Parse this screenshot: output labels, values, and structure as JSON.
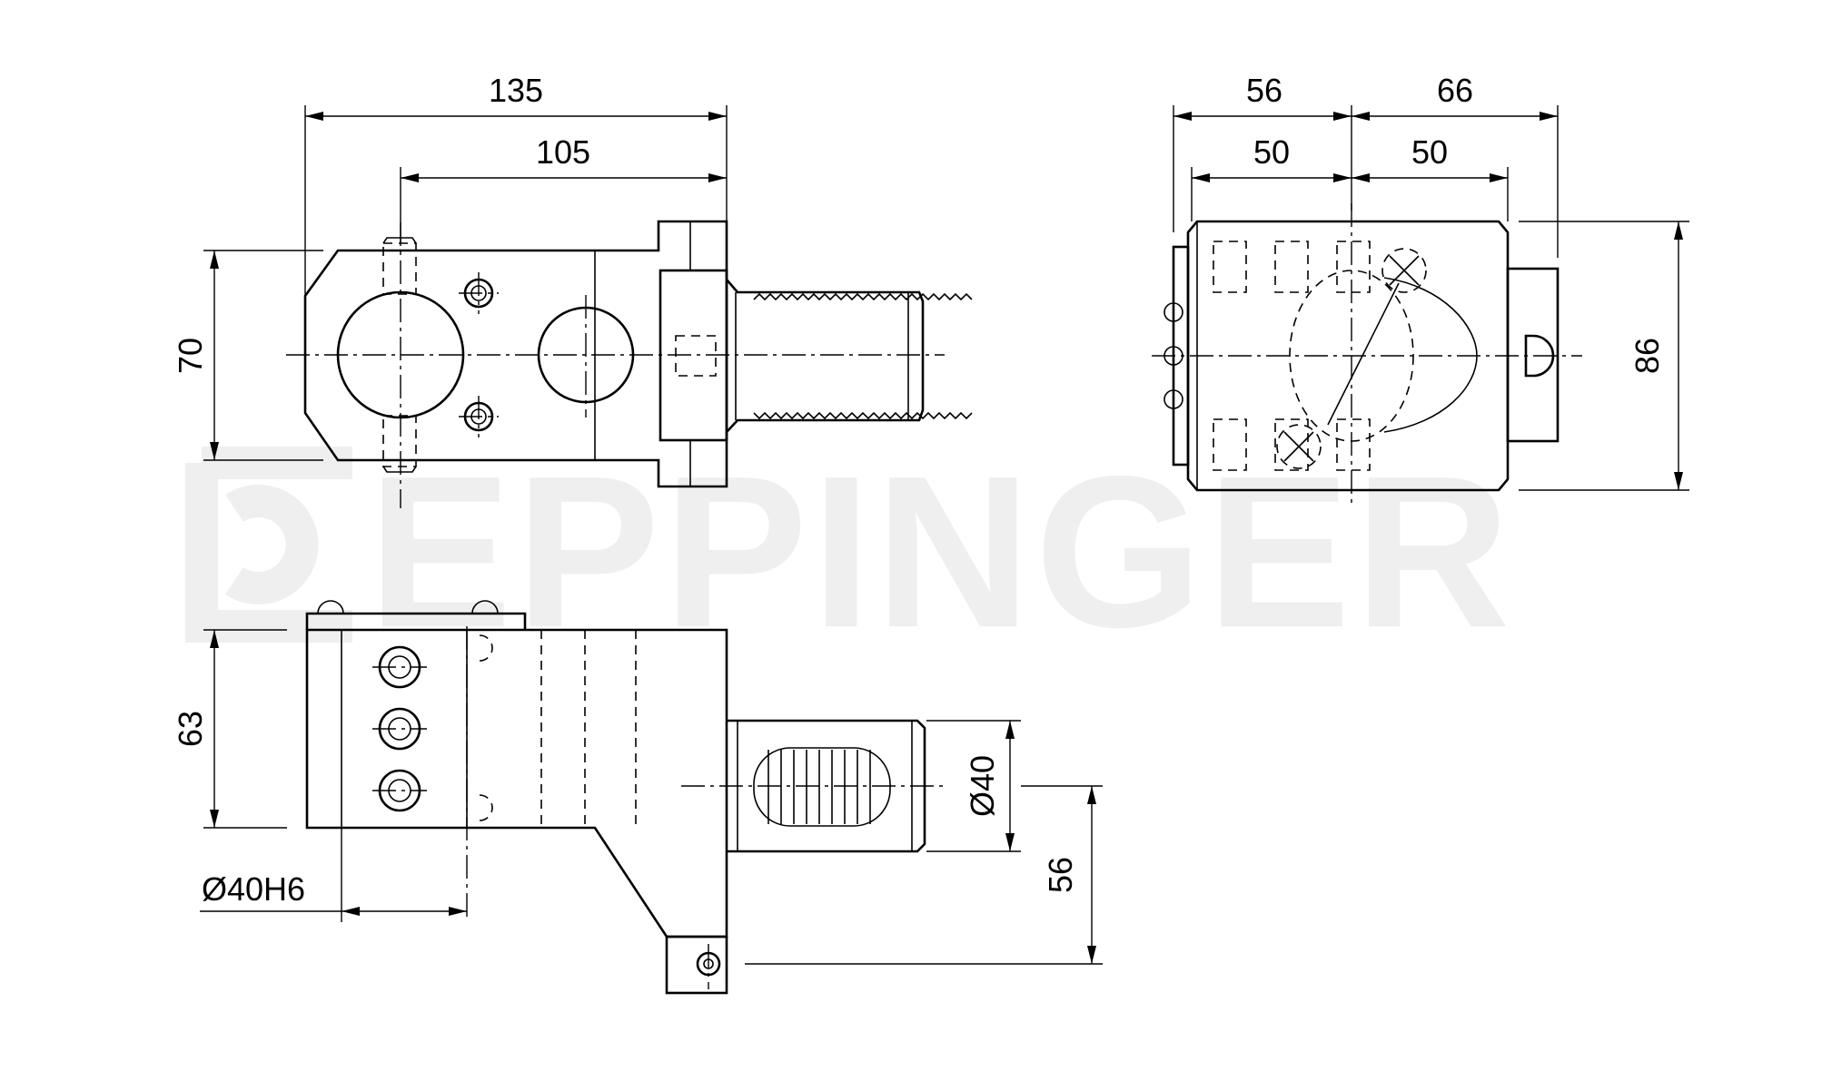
{
  "watermark": {
    "text": "EPPINGER"
  },
  "front_view": {
    "dim_overall_length": "135",
    "dim_axis_to_face": "105",
    "dim_height": "70"
  },
  "end_view": {
    "dim_left_width": "56",
    "dim_right_width": "66",
    "dim_left_bolt": "50",
    "dim_right_bolt": "50",
    "dim_height": "86"
  },
  "side_view": {
    "dim_body_height": "63",
    "dim_shank_diameter": "Ø40",
    "dim_center_height": "56",
    "dim_bore": "Ø40H6"
  },
  "colors": {
    "line": "#000000",
    "watermark": "#efefef",
    "background": "#ffffff"
  }
}
